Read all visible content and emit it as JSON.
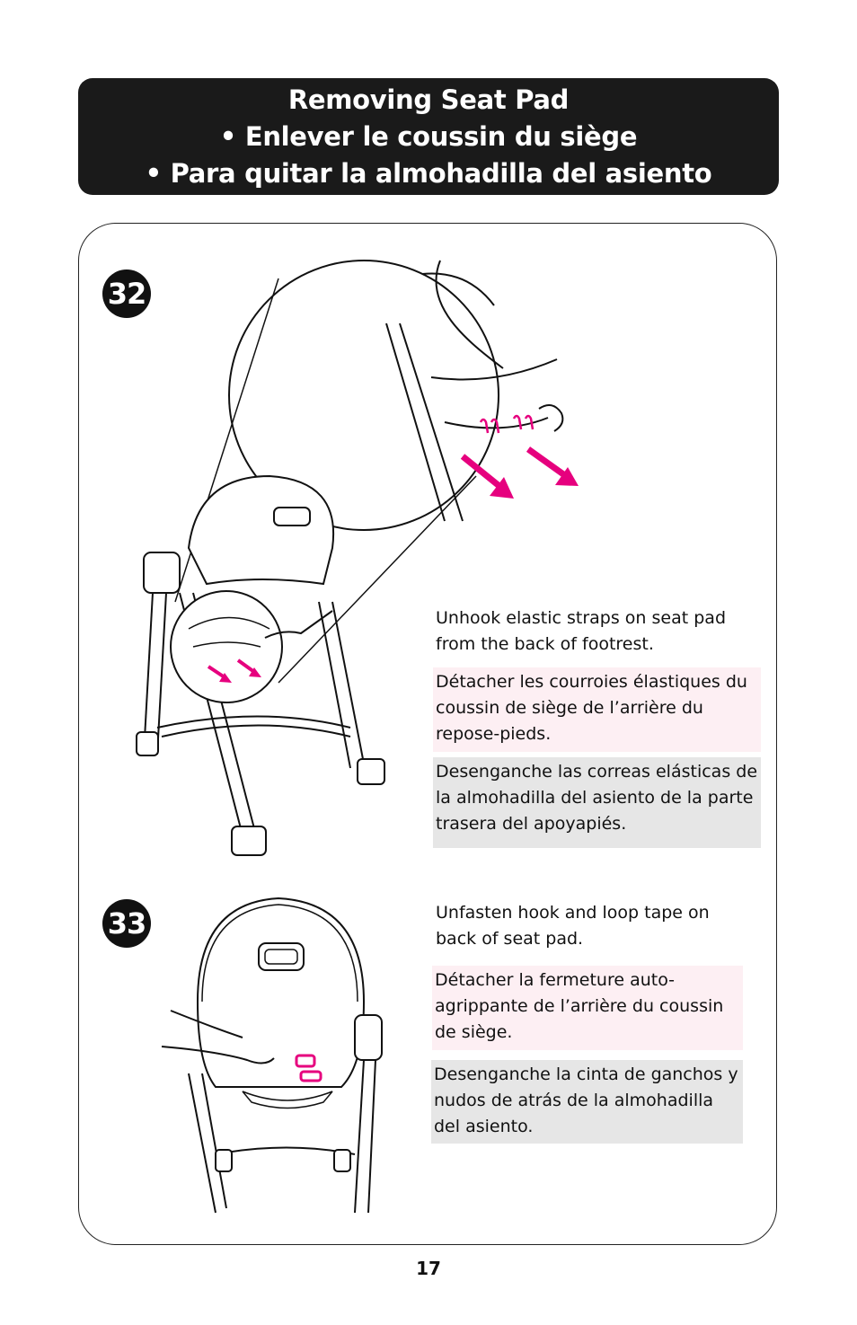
{
  "header": {
    "title_en": "Removing Seat Pad",
    "title_fr": "• Enlever le coussin du siège",
    "title_es": "• Para quitar la almohadilla del asiento"
  },
  "steps": [
    {
      "number": "32",
      "text_en": "Unhook elastic straps on seat pad from the back of footrest.",
      "text_fr": "Détacher les courroies élastiques du coussin de siège de l’arrière du repose-pieds.",
      "text_es": "Desenganche las correas elásticas de la almohadilla del asiento de la parte trasera del apoyapiés."
    },
    {
      "number": "33",
      "text_en": "Unfasten hook and loop tape on back of seat pad.",
      "text_fr": "Détacher la fermeture auto-agrippante de l’arrière du coussin de siège.",
      "text_es": "Desenganche la cinta de ganchos y nudos de atrás de la almohadilla del asiento."
    }
  ],
  "page_number": "17",
  "colors": {
    "accent": "#e6007e",
    "header_bg": "#1a1a1a",
    "french_bg": "#fdeff3",
    "spanish_bg": "#e6e6e6"
  }
}
